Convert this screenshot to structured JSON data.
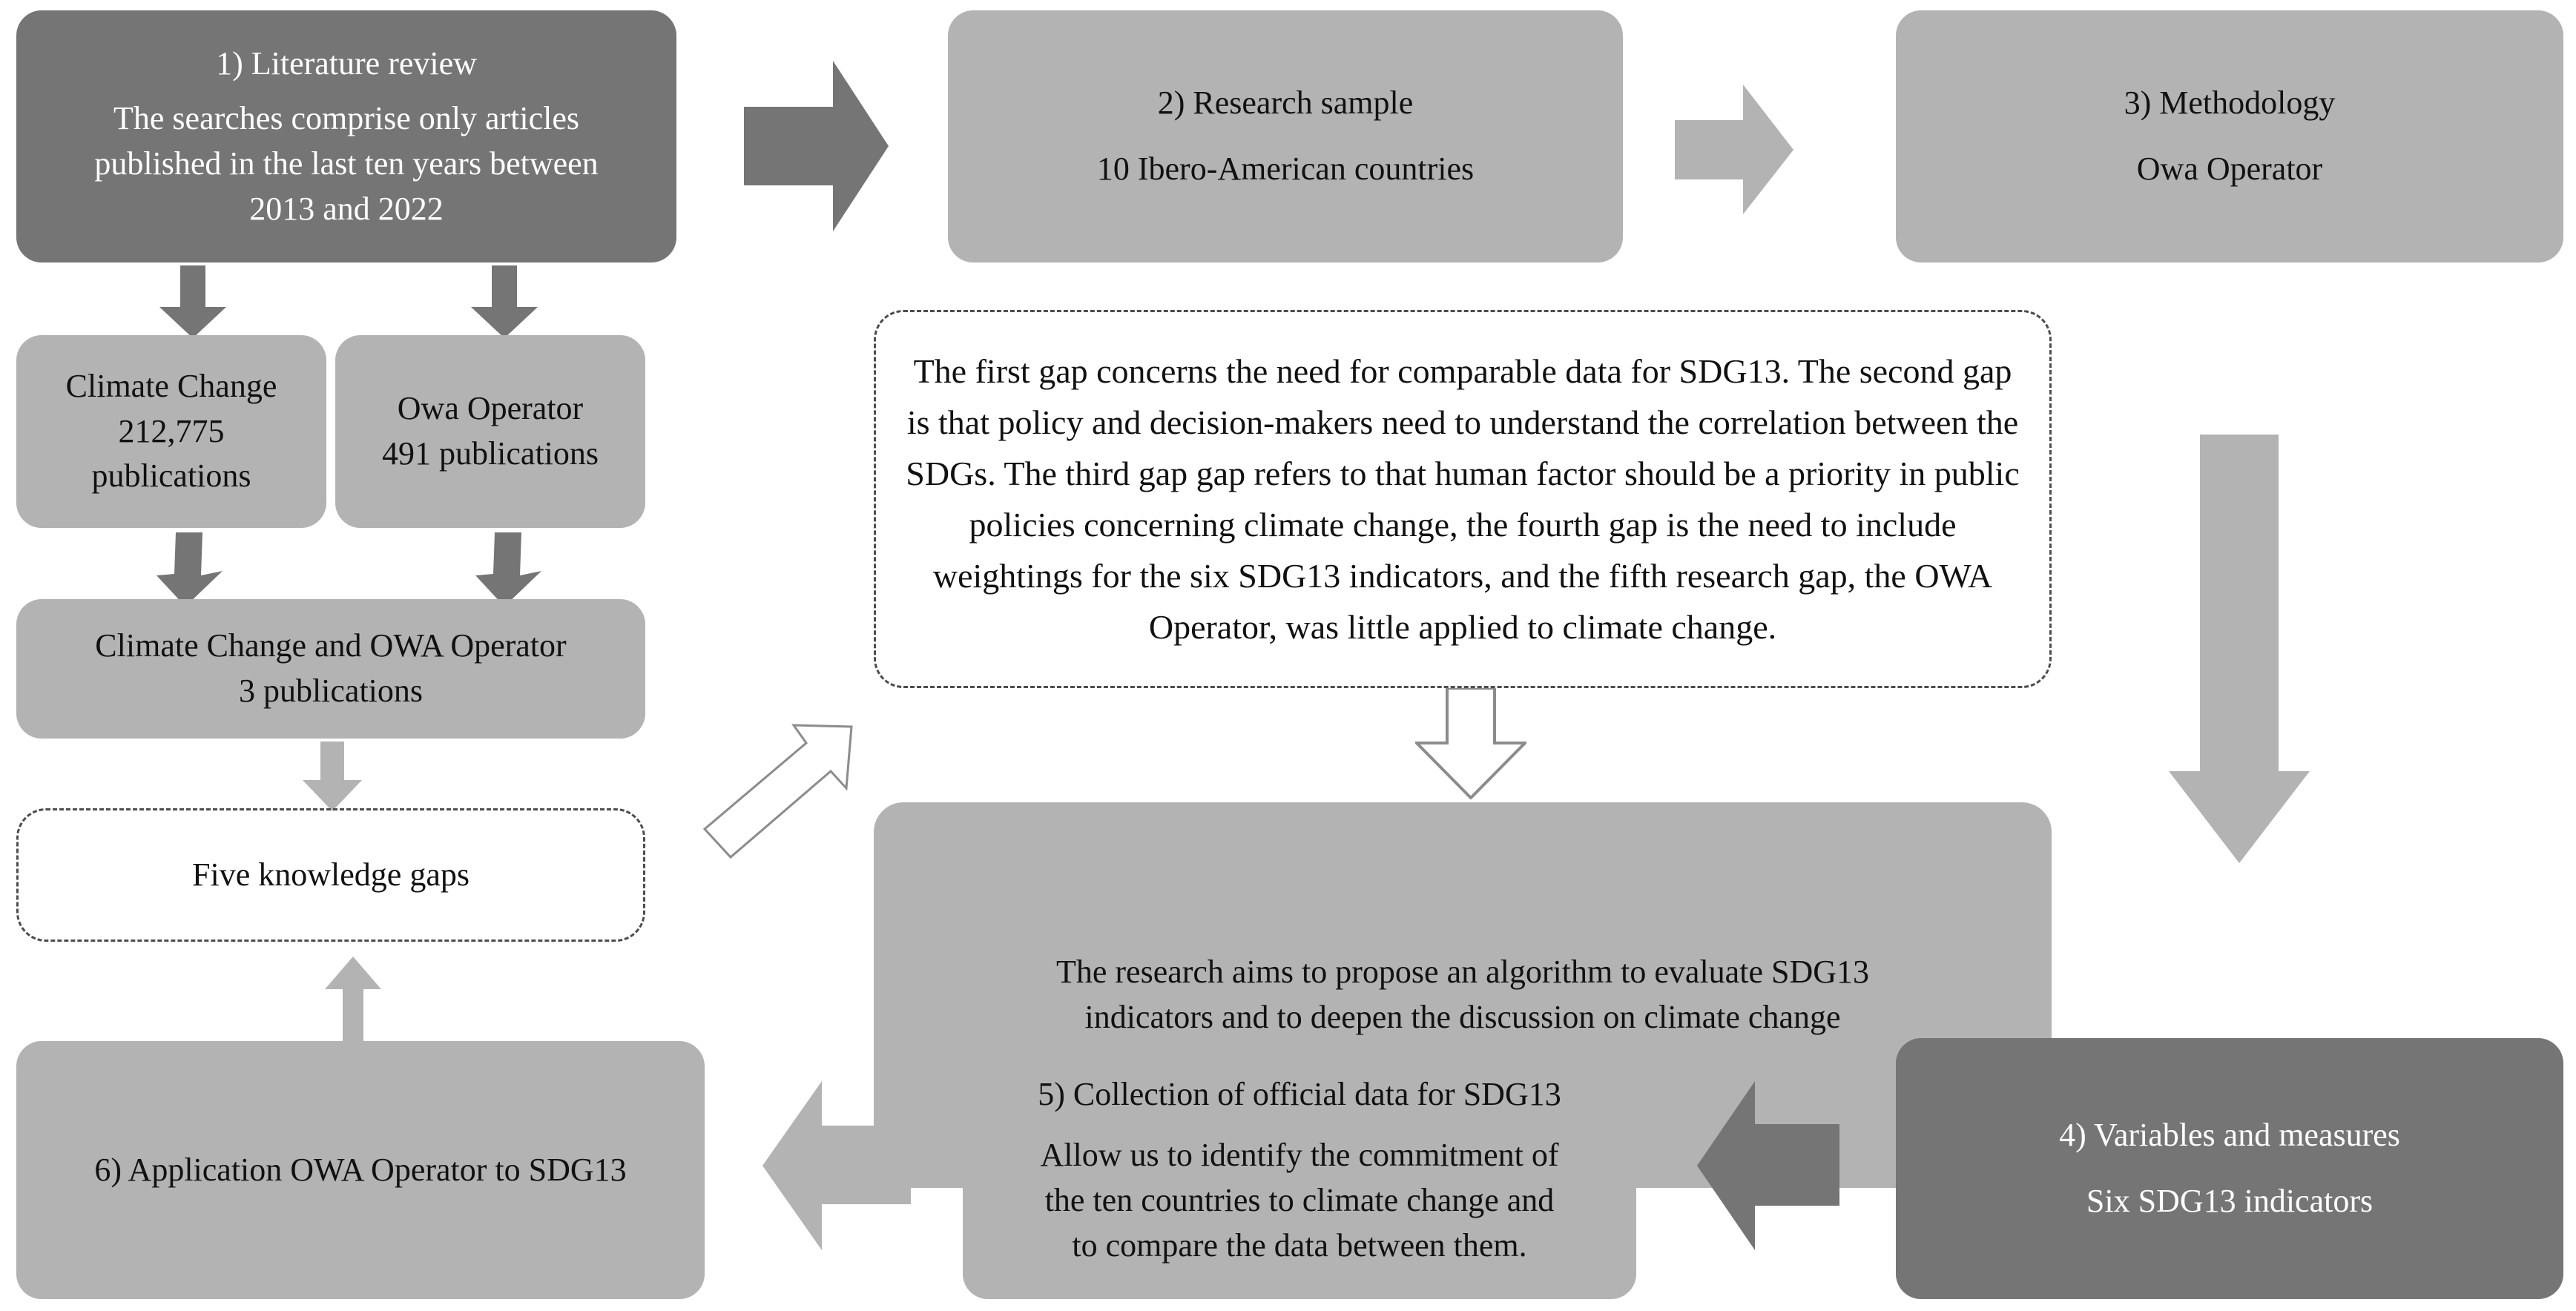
{
  "diagram": {
    "title": "Research methodology flowchart",
    "colors": {
      "dark_gray": "#757575",
      "mid_gray": "#b3b3b3",
      "outline_gray": "#8c8c8c",
      "dash_gray": "#4d4d4d",
      "text_light": "#ffffff",
      "text_dark": "#111111",
      "background": "#ffffff"
    },
    "nodes": {
      "literature_review": {
        "heading": "1) Literature review",
        "body_line_1": "The searches comprise only articles",
        "body_line_2": "published in the last ten years between",
        "body_line_3": "2013 and 2022"
      },
      "research_sample": {
        "heading": "2) Research sample",
        "body": "10 Ibero-American countries"
      },
      "methodology": {
        "heading": "3) Methodology",
        "body": "Owa Operator"
      },
      "climate_change_pubs": {
        "line_1": "Climate Change",
        "line_2": "212,775",
        "line_3": "publications"
      },
      "owa_operator_pubs": {
        "line_1": "Owa Operator",
        "line_2": "491 publications"
      },
      "combined_pubs": {
        "line_1": "Climate Change and OWA Operator",
        "line_2": "3 publications"
      },
      "five_knowledge_gaps": {
        "label": "Five knowledge gaps"
      },
      "gaps_detail": {
        "text": "The first gap concerns the need for comparable data for SDG13. The second gap is that policy and decision-makers need to understand the correlation between the SDGs. The third gap gap refers to that human factor should be a priority in public policies concerning climate change, the fourth gap is the need to include weightings for the six SDG13 indicators, and the fifth research gap, the OWA Operator, was little applied to climate change."
      },
      "research_aims": {
        "line_1": "The research aims to propose an algorithm to evaluate SDG13",
        "line_2": "indicators and to deepen the discussion on climate change"
      },
      "variables_measures": {
        "heading": "4) Variables and measures",
        "body": "Six SDG13 indicators"
      },
      "data_collection": {
        "heading": "5) Collection of official data for SDG13",
        "body_line_1": "Allow us to identify the commitment of",
        "body_line_2": "the ten countries to climate change and",
        "body_line_3": "to compare the data between them."
      },
      "application_owa": {
        "label": "6) Application OWA Operator to SDG13"
      }
    },
    "connectors": {
      "lit_to_sample": "right-arrow-dark",
      "sample_to_methodology": "right-arrow-mid",
      "lit_to_climate": "down-arrow-small-dark",
      "lit_to_owa": "down-arrow-small-dark",
      "climate_to_combined": "down-arrow-small-dark",
      "owa_to_combined": "down-arrow-small-dark",
      "combined_to_gaps": "down-arrow-mid",
      "gaps_to_detail": "diagonal-hollow-arrow-up-right",
      "detail_to_aims": "down-hollow-arrow",
      "methodology_to_variables": "down-arrow-long-mid",
      "variables_to_collection": "left-arrow-dark",
      "collection_to_application": "left-arrow-mid",
      "application_to_gaps": "up-arrow-mid"
    }
  }
}
